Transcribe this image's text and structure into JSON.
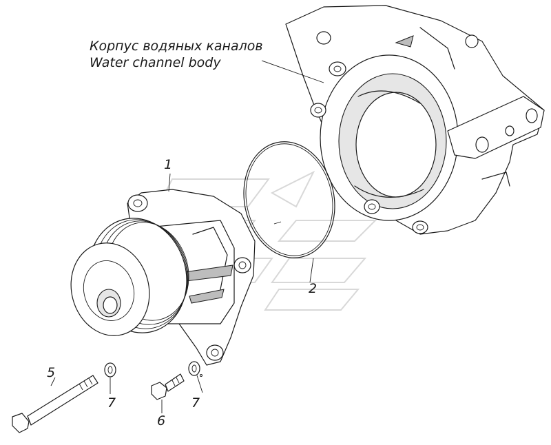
{
  "captions": {
    "ru": "Корпус водяных каналов",
    "en": "Water channel body"
  },
  "callouts": {
    "pump": "1",
    "gasket": "2",
    "long_bolt": "5",
    "short_bolt": "6",
    "washer_left": "7",
    "washer_right": "7"
  }
}
